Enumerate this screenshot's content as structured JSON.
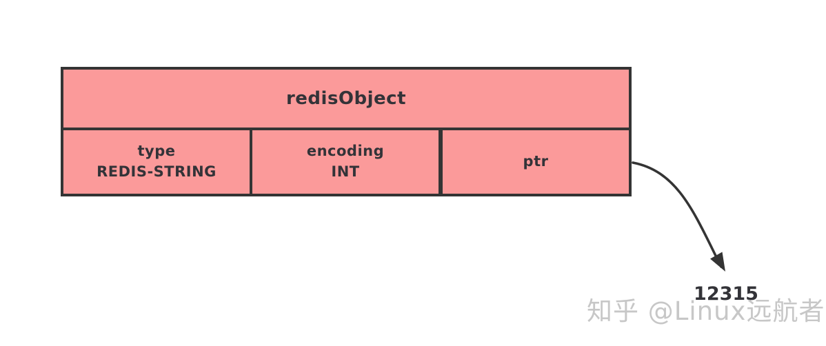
{
  "diagram": {
    "table": {
      "title": "redisObject",
      "cells": [
        {
          "label": "type",
          "value": "REDIS-STRING"
        },
        {
          "label": "encoding",
          "value": "INT"
        },
        {
          "label": "ptr"
        }
      ]
    },
    "pointer": {
      "target_value": "12315"
    }
  },
  "watermark": {
    "text": "知乎 @Linux远航者"
  },
  "colors": {
    "background": "#FFFFFF",
    "cell_fill": "#FB9A9A",
    "line": "#343434",
    "text": "#333338",
    "watermark_text": "#C7C7C7"
  }
}
